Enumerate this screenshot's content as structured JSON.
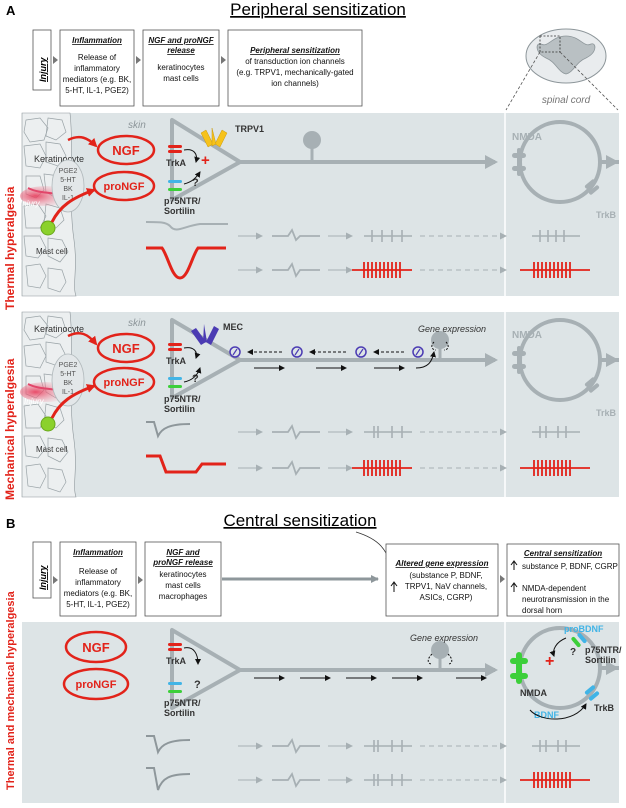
{
  "section_a": {
    "letter": "A",
    "title": "Peripheral sensitization",
    "flow": {
      "injury": "Injury",
      "inflammation_title": "Inflammation",
      "inflammation_lines": [
        "Release of",
        "inflammatory",
        "mediators (e.g. BK,",
        "5-HT, IL-1, PGE2)"
      ],
      "ngf_title_lines": [
        "NGF and proNGF",
        "release"
      ],
      "ngf_lines": [
        "keratinocytes",
        "mast cells"
      ],
      "periph_title": "Peripheral sensitization",
      "periph_lines": [
        "of transduction ion channels",
        "(e.g. TRPV1, mechanically-gated",
        "ion channels)"
      ]
    },
    "spinal_cord_label": "spinal cord",
    "thermal": {
      "side_label": "Thermal hyperalgesia",
      "skin": "skin",
      "keratinocyte": "Keratinocyte",
      "injury": "Injury",
      "mast_cell": "Mast cell",
      "mediators": [
        "PGE2",
        "5-HT",
        "BK",
        "IL-1"
      ],
      "ngf": "NGF",
      "prongf": "proNGF",
      "trka": "TrkA",
      "receptor_lines": [
        "p75NTR/",
        "Sortilin"
      ],
      "question": "?",
      "channel": "TRPV1",
      "plus": "+",
      "nmda": "NMDA",
      "trkb": "TrkB"
    },
    "mechanical": {
      "side_label": "Mechanical hyperalgesia",
      "skin": "skin",
      "keratinocyte": "Keratinocyte",
      "injury": "Injury",
      "mast_cell": "Mast cell",
      "mediators": [
        "PGE2",
        "5-HT",
        "BK",
        "IL-1"
      ],
      "ngf": "NGF",
      "prongf": "proNGF",
      "trka": "TrkA",
      "receptor_lines": [
        "p75NTR/",
        "Sortilin"
      ],
      "question": "?",
      "channel": "MEC",
      "gene_expression": "Gene expression",
      "nmda": "NMDA",
      "trkb": "TrkB"
    }
  },
  "section_b": {
    "letter": "B",
    "title": "Central sensitization",
    "side_label": "Thermal and mechanical hyperalgesia",
    "flow": {
      "injury": "Injury",
      "inflammation_title": "Inflammation",
      "inflammation_lines": [
        "Release of",
        "inflammatory",
        "mediators (e.g. BK,",
        "5-HT, IL-1, PGE2)"
      ],
      "ngf_title_lines": [
        "NGF and",
        "proNGF release"
      ],
      "ngf_lines": [
        "keratinocytes",
        "mast cells",
        "macrophages"
      ],
      "altered_title": "Altered gene expression",
      "altered_lines": [
        "(substance P,  BDNF,",
        "TRPV1,  NaV channels,",
        "ASICs,  CGRP)"
      ],
      "central_title": "Central sensitization",
      "central_lines": [
        "substance P, BDNF, CGRP",
        "",
        "NMDA-dependent",
        "neurotransmission in the",
        "dorsal horn"
      ]
    },
    "ngf": "NGF",
    "prongf": "proNGF",
    "trka": "TrkA",
    "receptor_lines": [
      "p75NTR/",
      "Sortilin"
    ],
    "question": "?",
    "gene_expression": "Gene expression",
    "probdnf": "proBDNF",
    "post_receptor_lines": [
      "p75NTR/",
      "Sortilin"
    ],
    "nmda": "NMDA",
    "bdnf": "BDNF",
    "trkb": "TrkB",
    "plus": "+"
  },
  "colors": {
    "accent_red": "#e2231a",
    "panel_gray": "#dde4e6",
    "neuron_gray": "#a7b0b4",
    "cell_gray": "#cdd3d6",
    "trpv1_yellow": "#f6c21b",
    "mec_purple": "#4b3bb3",
    "nmda_green": "#3ccf3a",
    "bdnf_blue": "#41b4e6",
    "mast_green": "#8bd12c"
  }
}
